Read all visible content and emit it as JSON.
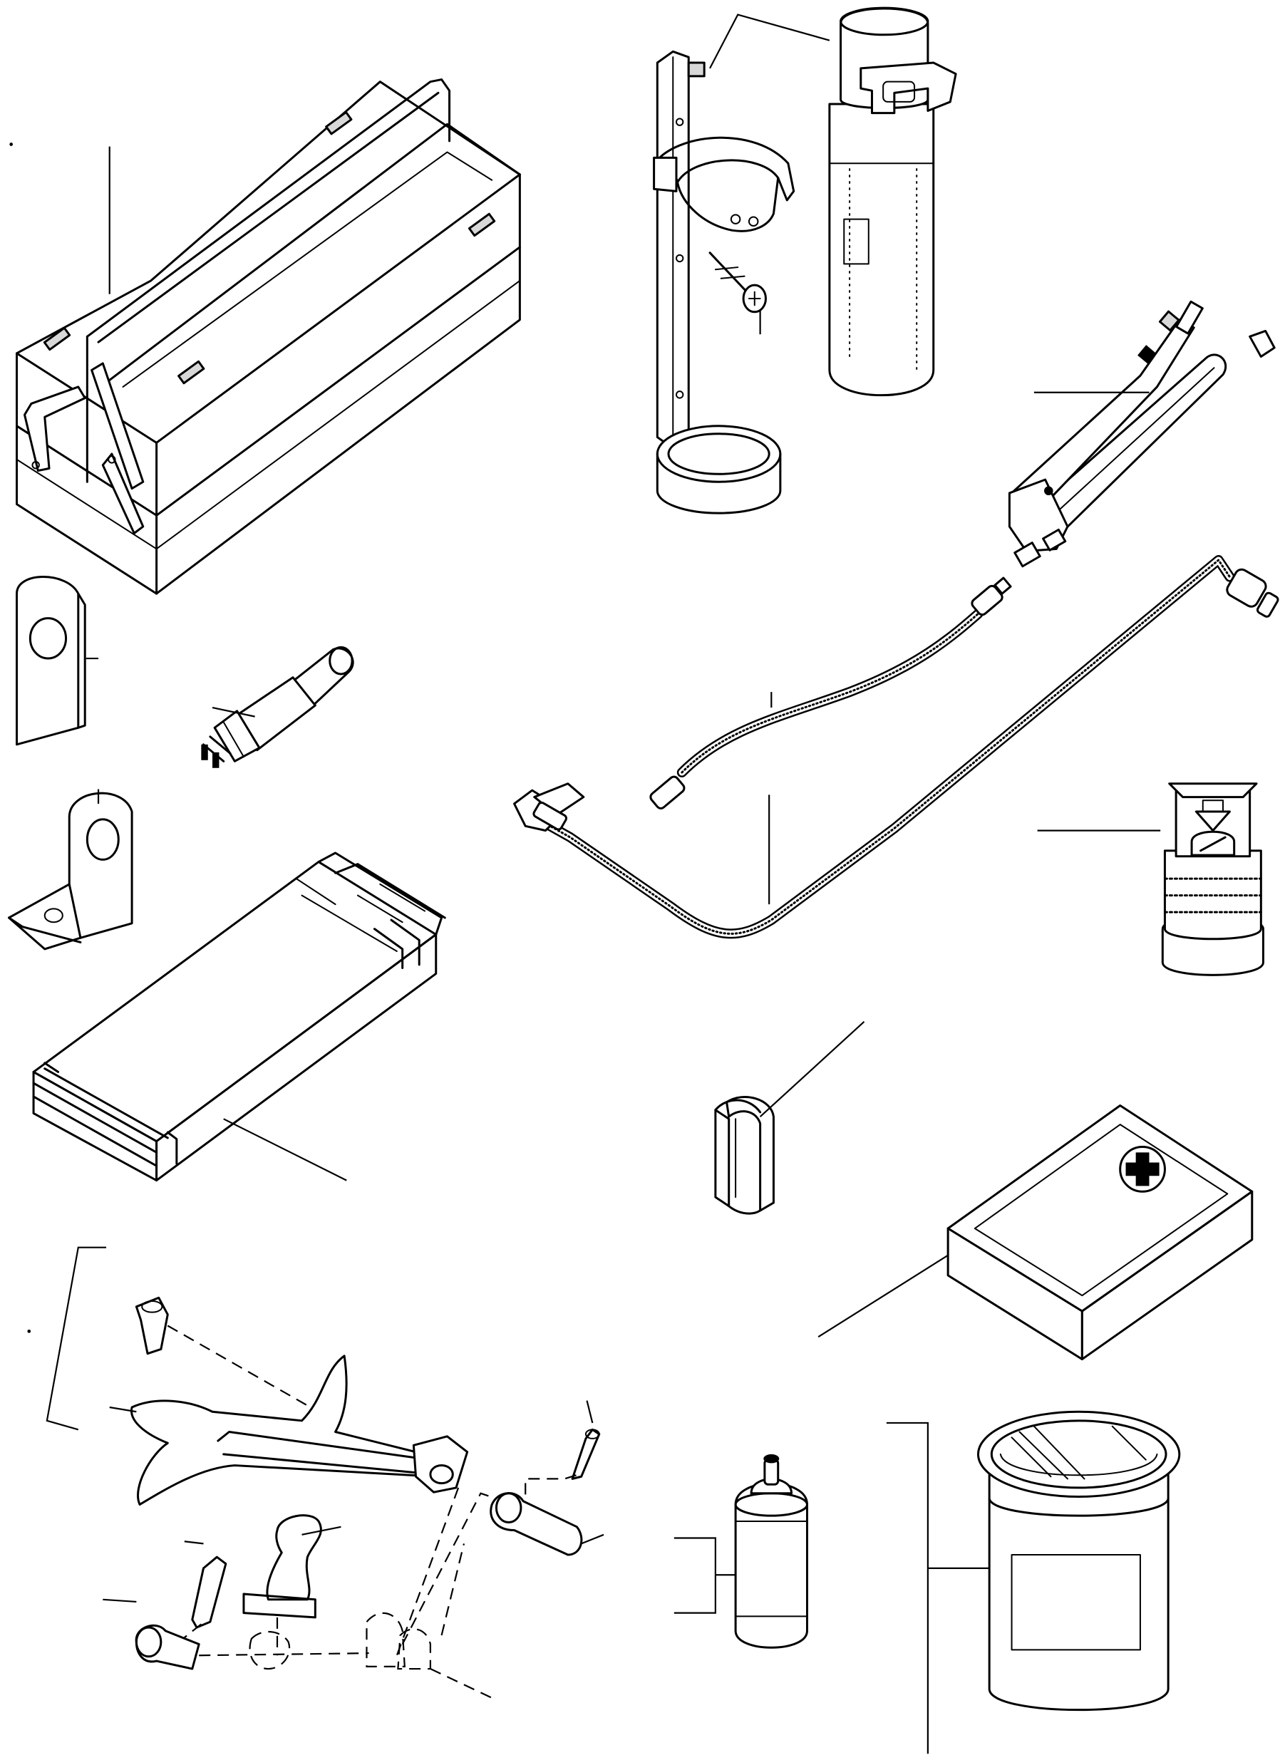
{
  "figure": {
    "background_color": "#ffffff",
    "line_color": "#000000",
    "parts": [
      "tool-box",
      "fire-extinguisher",
      "extinguisher-bracket",
      "bracket-screw",
      "grease-gun",
      "grease-hose",
      "grease-extension-pipe",
      "grease-coupler",
      "clip",
      "first-aid-kit",
      "lifting-eye-plate",
      "lifting-angle-bracket",
      "connector-plug",
      "pad-block",
      "lever-assembly",
      "aerosol-can",
      "grease-tin"
    ]
  }
}
